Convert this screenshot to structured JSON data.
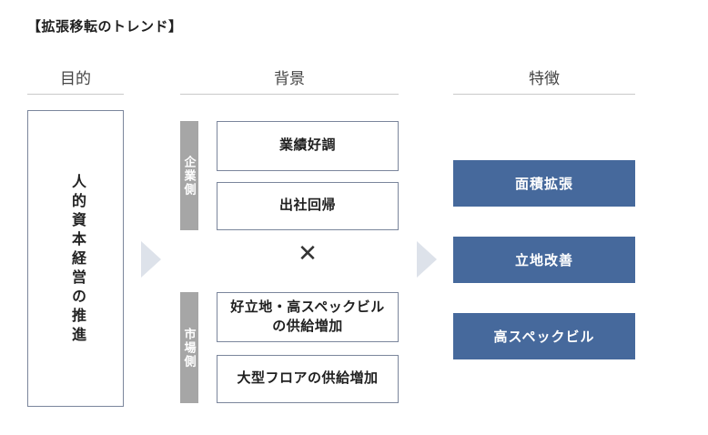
{
  "title": "【拡張移転のトレンド】",
  "colors": {
    "accent_blue": "#46699c",
    "box_border": "#7b869c",
    "side_bar_gray": "#a6a6a6",
    "arrow": "#dde2ea",
    "rule": "#c9c9c9"
  },
  "columns": [
    {
      "label": "目的"
    },
    {
      "label": "背景"
    },
    {
      "label": "特徴"
    }
  ],
  "purpose": {
    "text": "人的資本経営の推進"
  },
  "background": {
    "groups": [
      {
        "side_label": "企業側",
        "items": [
          {
            "text": "業績好調"
          },
          {
            "text": "出社回帰"
          }
        ]
      },
      {
        "side_label": "市場側",
        "items": [
          {
            "text": "好立地・高スペックビル\nの供給増加"
          },
          {
            "text": "大型フロアの供給増加"
          }
        ]
      }
    ],
    "operator": "✕"
  },
  "features": {
    "items": [
      {
        "text": "面積拡張"
      },
      {
        "text": "立地改善"
      },
      {
        "text": "高スペックビル"
      }
    ]
  },
  "arrows": [
    {
      "name": "arrow-purpose-to-background"
    },
    {
      "name": "arrow-background-to-features"
    }
  ]
}
